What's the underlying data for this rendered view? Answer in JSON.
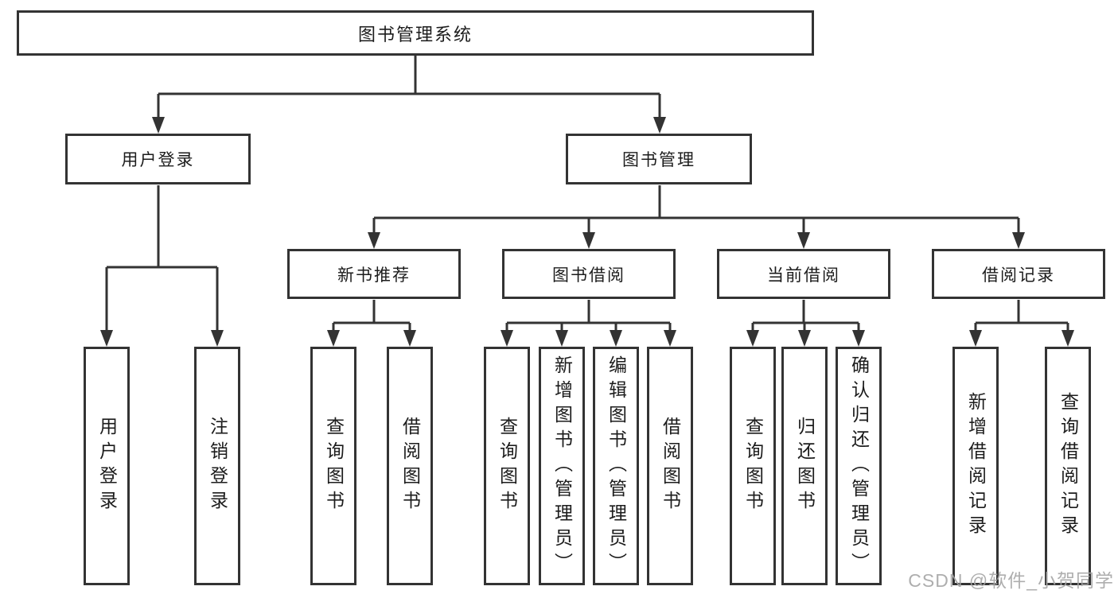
{
  "colors": {
    "line": "#333333",
    "border": "#333333",
    "text": "#1c1c1c",
    "watermark": "#a5a5a5",
    "background": "#ffffff"
  },
  "tree": {
    "root": {
      "label": "图书管理系统",
      "children": [
        {
          "label": "用户登录",
          "children": [
            {
              "label": "用户登录"
            },
            {
              "label": "注销登录"
            }
          ]
        },
        {
          "label": "图书管理",
          "children": [
            {
              "label": "新书推荐",
              "children": [
                {
                  "label": "查询图书"
                },
                {
                  "label": "借阅图书"
                }
              ]
            },
            {
              "label": "图书借阅",
              "children": [
                {
                  "label": "查询图书"
                },
                {
                  "label": "新增图书（管理员）"
                },
                {
                  "label": "编辑图书（管理员）"
                },
                {
                  "label": "借阅图书"
                }
              ]
            },
            {
              "label": "当前借阅",
              "children": [
                {
                  "label": "查询图书"
                },
                {
                  "label": "归还图书"
                },
                {
                  "label": "确认归还（管理员）"
                }
              ]
            },
            {
              "label": "借阅记录",
              "children": [
                {
                  "label": "新增借阅记录"
                },
                {
                  "label": "查询借阅记录"
                }
              ]
            }
          ]
        }
      ]
    }
  },
  "watermark": {
    "text": "CSDN @软件_小贺同学"
  }
}
